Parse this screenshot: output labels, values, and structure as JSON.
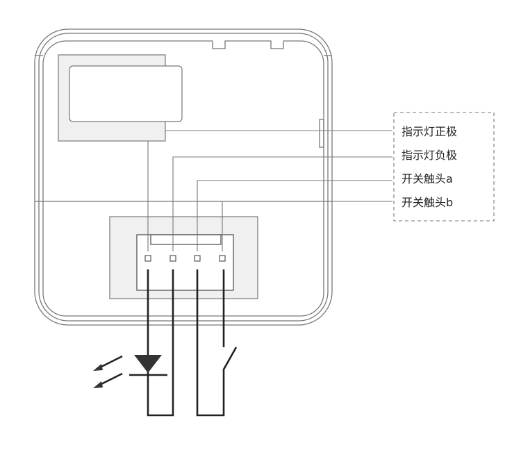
{
  "title": "Switch wiring diagram",
  "labels": [
    "指示灯正极",
    "指示灯负极",
    "开关触头a",
    "开关触头b"
  ],
  "colors": {
    "outline": "#777777",
    "fill": "#f0f0f0",
    "wire": "#222222"
  }
}
